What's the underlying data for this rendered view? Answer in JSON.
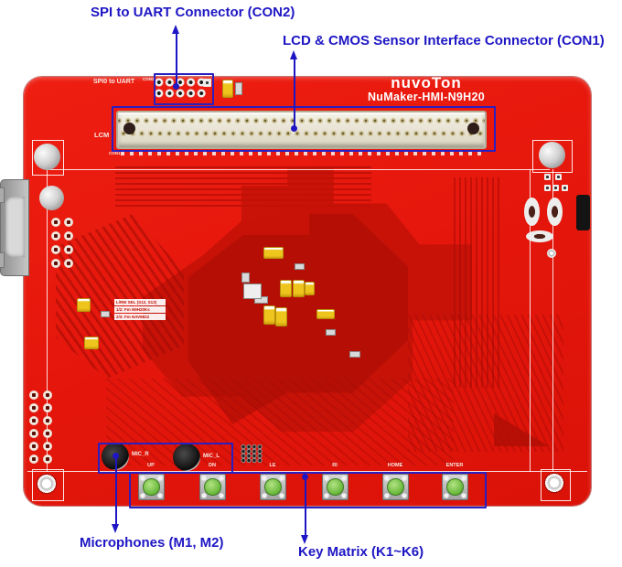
{
  "annotations": {
    "accent_color": "#1e16c4",
    "con2_label": "SPI to UART Connector (CON2)",
    "con1_label": "LCD & CMOS Sensor Interface Connector (CON1)",
    "mics_label": "Microphones (M1, M2)",
    "keys_label": "Key Matrix (K1~K6)"
  },
  "board": {
    "brand": "nuvoTon",
    "model": "NuMaker-HMI-N9H20",
    "color": "#e6170c",
    "trace_color": "#bf1106",
    "silkscreen": {
      "spi_uart": "SPI0 to UART",
      "con2_ref": "CON2",
      "lcm": "LCM",
      "con1_ref": "CON1",
      "mic_r": "MIC_R",
      "mic_l": "MIC_L",
      "sel_table": [
        "L/RW SEL (S12, S13)",
        "1/2: Fm N9H20Ks",
        "2/3: Fm NAV9822"
      ],
      "key_labels": [
        "UP",
        "DN",
        "LE",
        "RI",
        "HOME",
        "ENTER"
      ]
    }
  }
}
